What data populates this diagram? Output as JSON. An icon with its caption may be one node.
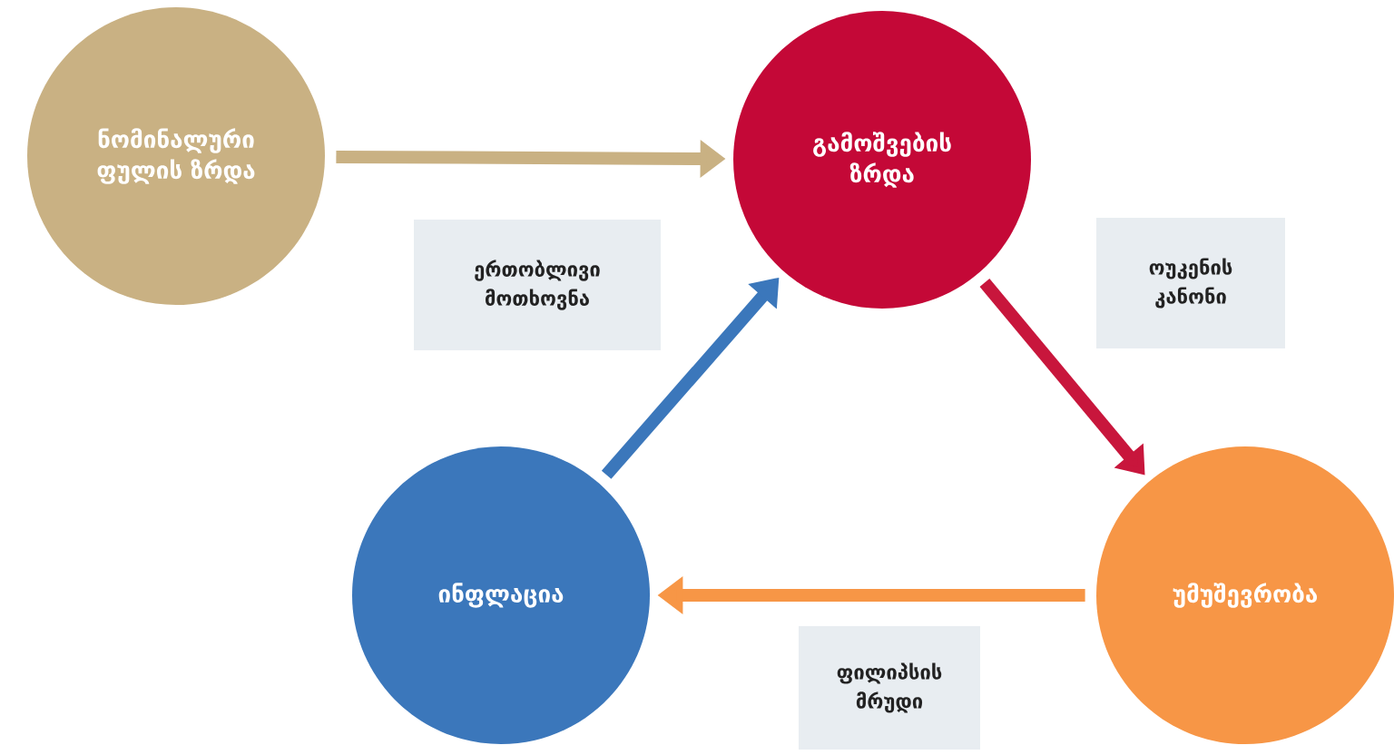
{
  "diagram": {
    "nodes": [
      {
        "text": [
          "ნომინალური ფულის ზრდა"
        ]
      },
      {
        "text": [
          "გამოშვების ზრდა"
        ]
      },
      {
        "text": [
          "ერთობლივი მოთხოვნა"
        ]
      },
      {
        "text": [
          "ოუკენის კანონი"
        ]
      },
      {
        "text": [
          "ინფლაცია"
        ]
      },
      {
        "text": [
          "უმუშევრობა"
        ]
      },
      {
        "text": [
          "ფილიპსის მრუდი"
        ]
      }
    ],
    "edges": [
      {
        "from": 0,
        "to": 1,
        "arrow": "to",
        "color": "#c9b183"
      },
      {
        "from": 4,
        "to": 1,
        "arrow": "to",
        "color": "#3b77bb"
      },
      {
        "from": 1,
        "to": 5,
        "arrow": "to",
        "color": "#c8163c"
      },
      {
        "from": 5,
        "to": 4,
        "arrow": "to",
        "color": "#f79646"
      }
    ]
  }
}
